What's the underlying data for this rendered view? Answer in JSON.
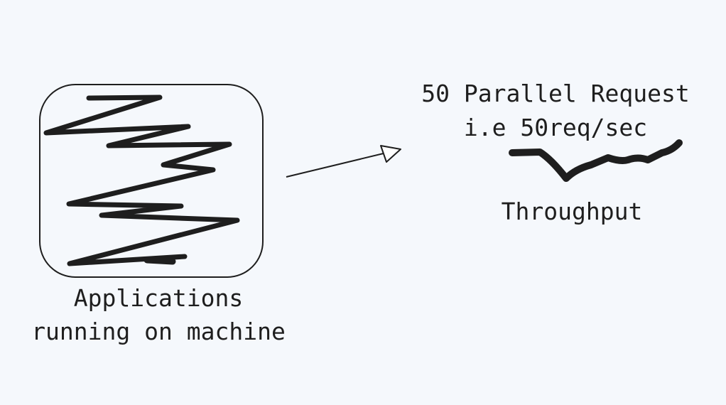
{
  "canvas": {
    "background": "#f5f8fc",
    "stroke_color": "#1e1e1e"
  },
  "applications_box": {
    "label_line_1": "Applications",
    "label_line_2": "running on machine",
    "fill_icon": "scribble-zigzag-icon"
  },
  "arrow": {
    "icon": "arrow-right-icon"
  },
  "request": {
    "label_line_1": "50 Parallel Request",
    "label_line_2": "i.e 50req/sec"
  },
  "throughput": {
    "label": "Throughput",
    "icon": "squiggle-line-icon"
  }
}
